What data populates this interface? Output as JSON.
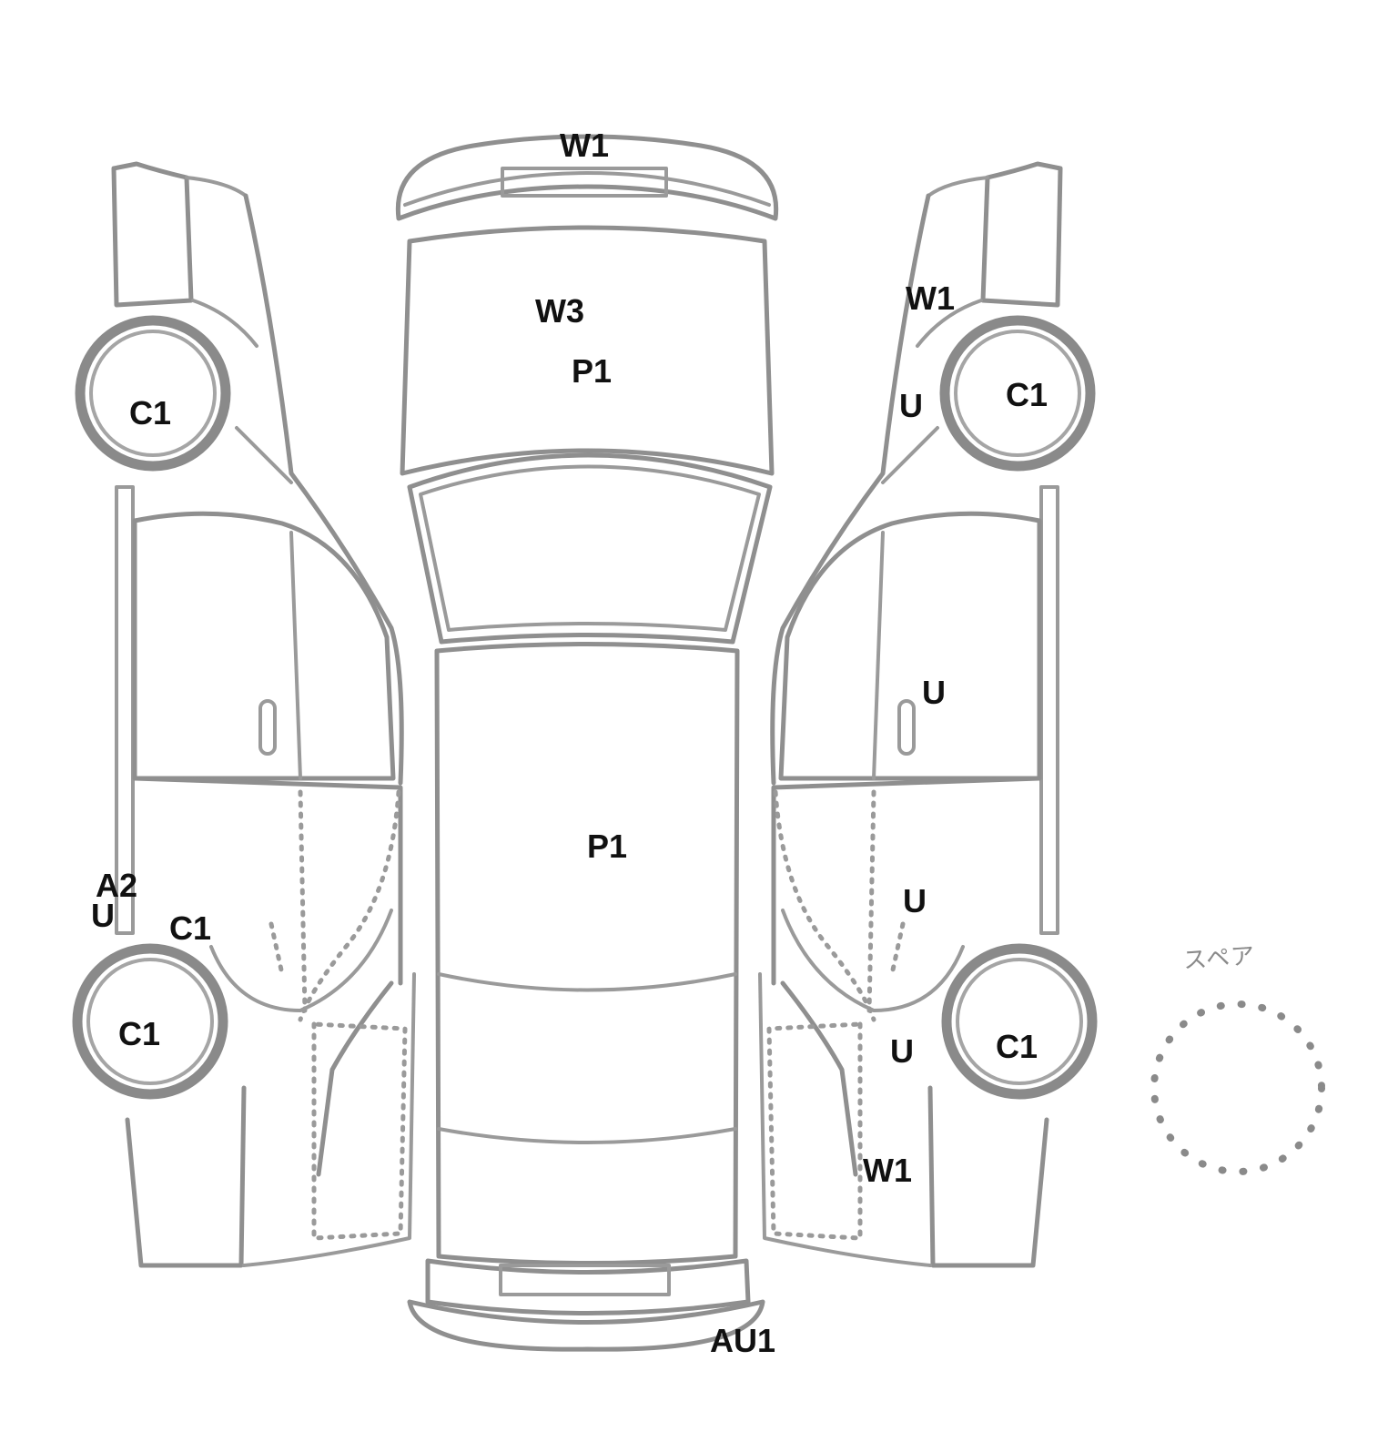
{
  "diagram": {
    "spare_label": "スペア",
    "labels": {
      "front_bumper": "W1",
      "hood_w3": "W3",
      "hood_p1": "P1",
      "roof_p1": "P1",
      "rear_bumper": "AU1",
      "left_front_wheel": "C1",
      "left_rear_wheel": "C1",
      "left_rear_a2": "A2",
      "left_rear_u": "U",
      "left_rear_c1": "C1",
      "right_front_fender_w1": "W1",
      "right_front_u": "U",
      "right_front_wheel": "C1",
      "right_front_door_u": "U",
      "right_rear_door_u": "U",
      "right_rear_u": "U",
      "right_rear_wheel": "C1",
      "right_rear_quarter_w1": "W1"
    }
  }
}
